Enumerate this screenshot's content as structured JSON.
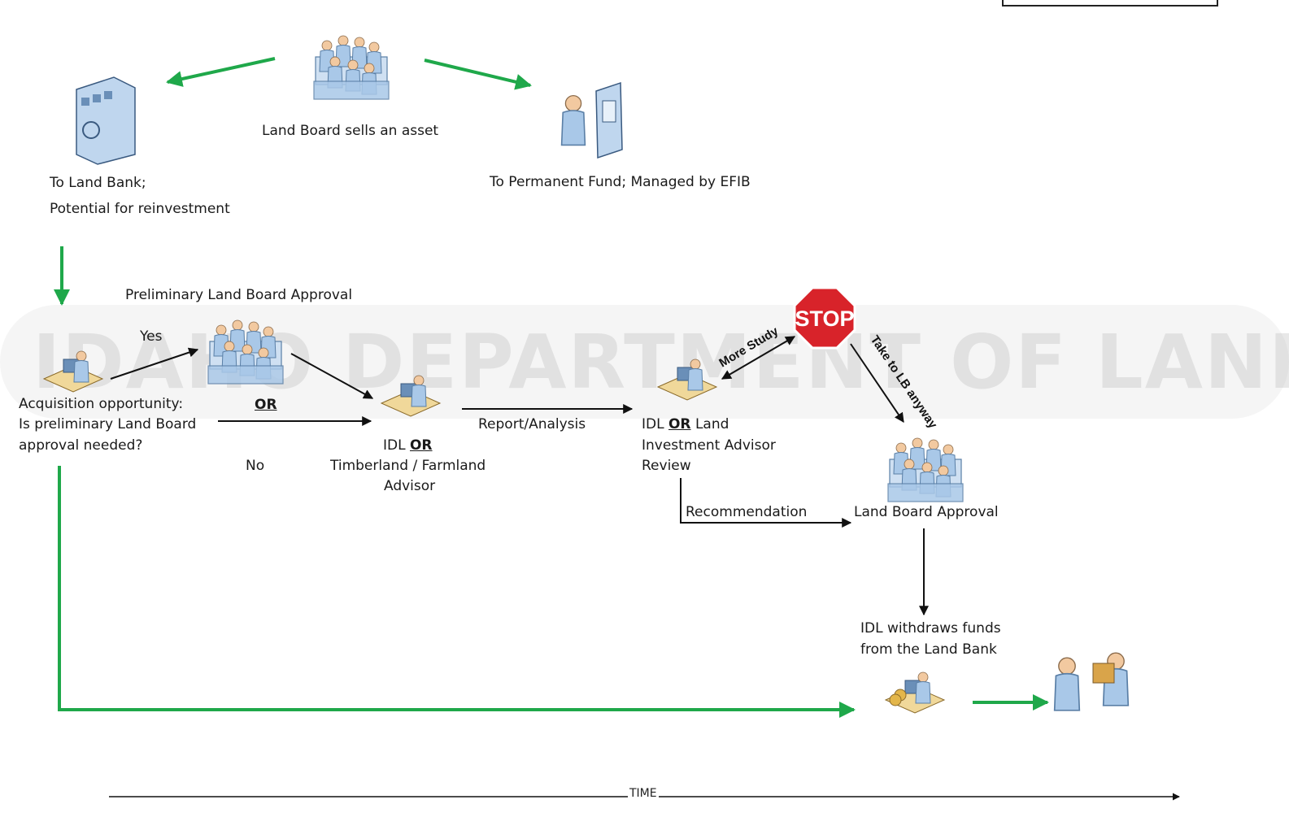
{
  "watermark": {
    "text": "IDAHO DEPARTMENT OF LANDS"
  },
  "nodes": {
    "land_board_sells": "Land Board sells an asset",
    "land_bank_line1": "To Land Bank;",
    "land_bank_line2": "Potential for reinvestment",
    "permanent_fund": "To Permanent Fund; Managed by EFIB",
    "prelim_approval": "Preliminary Land Board Approval",
    "acq_line1": "Acquisition opportunity:",
    "acq_line2": "Is preliminary Land Board",
    "acq_line3": "approval needed?",
    "idl_prefix": "IDL",
    "or_word": "OR",
    "advisor_line2": "Timberland / Farmland",
    "advisor_line3": "Advisor",
    "review_line1_suffix": "Land",
    "review_line2": "Investment Advisor",
    "review_line3": "Review",
    "lb_approval": "Land Board Approval",
    "withdraw_line1": "IDL withdraws funds",
    "withdraw_line2": "from the Land Bank",
    "stop_sign": "STOP"
  },
  "edges": {
    "yes": "Yes",
    "no": "No",
    "or_mid": "OR",
    "report": "Report/Analysis",
    "more_study": "More Study",
    "take_to_lb": "Take to LB anyway",
    "recommendation": "Recommendation"
  },
  "timeline": {
    "label": "TIME"
  },
  "colors": {
    "green_flow": "#1fa84a",
    "black_flow": "#111111",
    "stop_red": "#d8232a",
    "figure_blue": "#a9c8e8",
    "figure_dark": "#5a7fa6",
    "skin": "#f2c9a0"
  }
}
